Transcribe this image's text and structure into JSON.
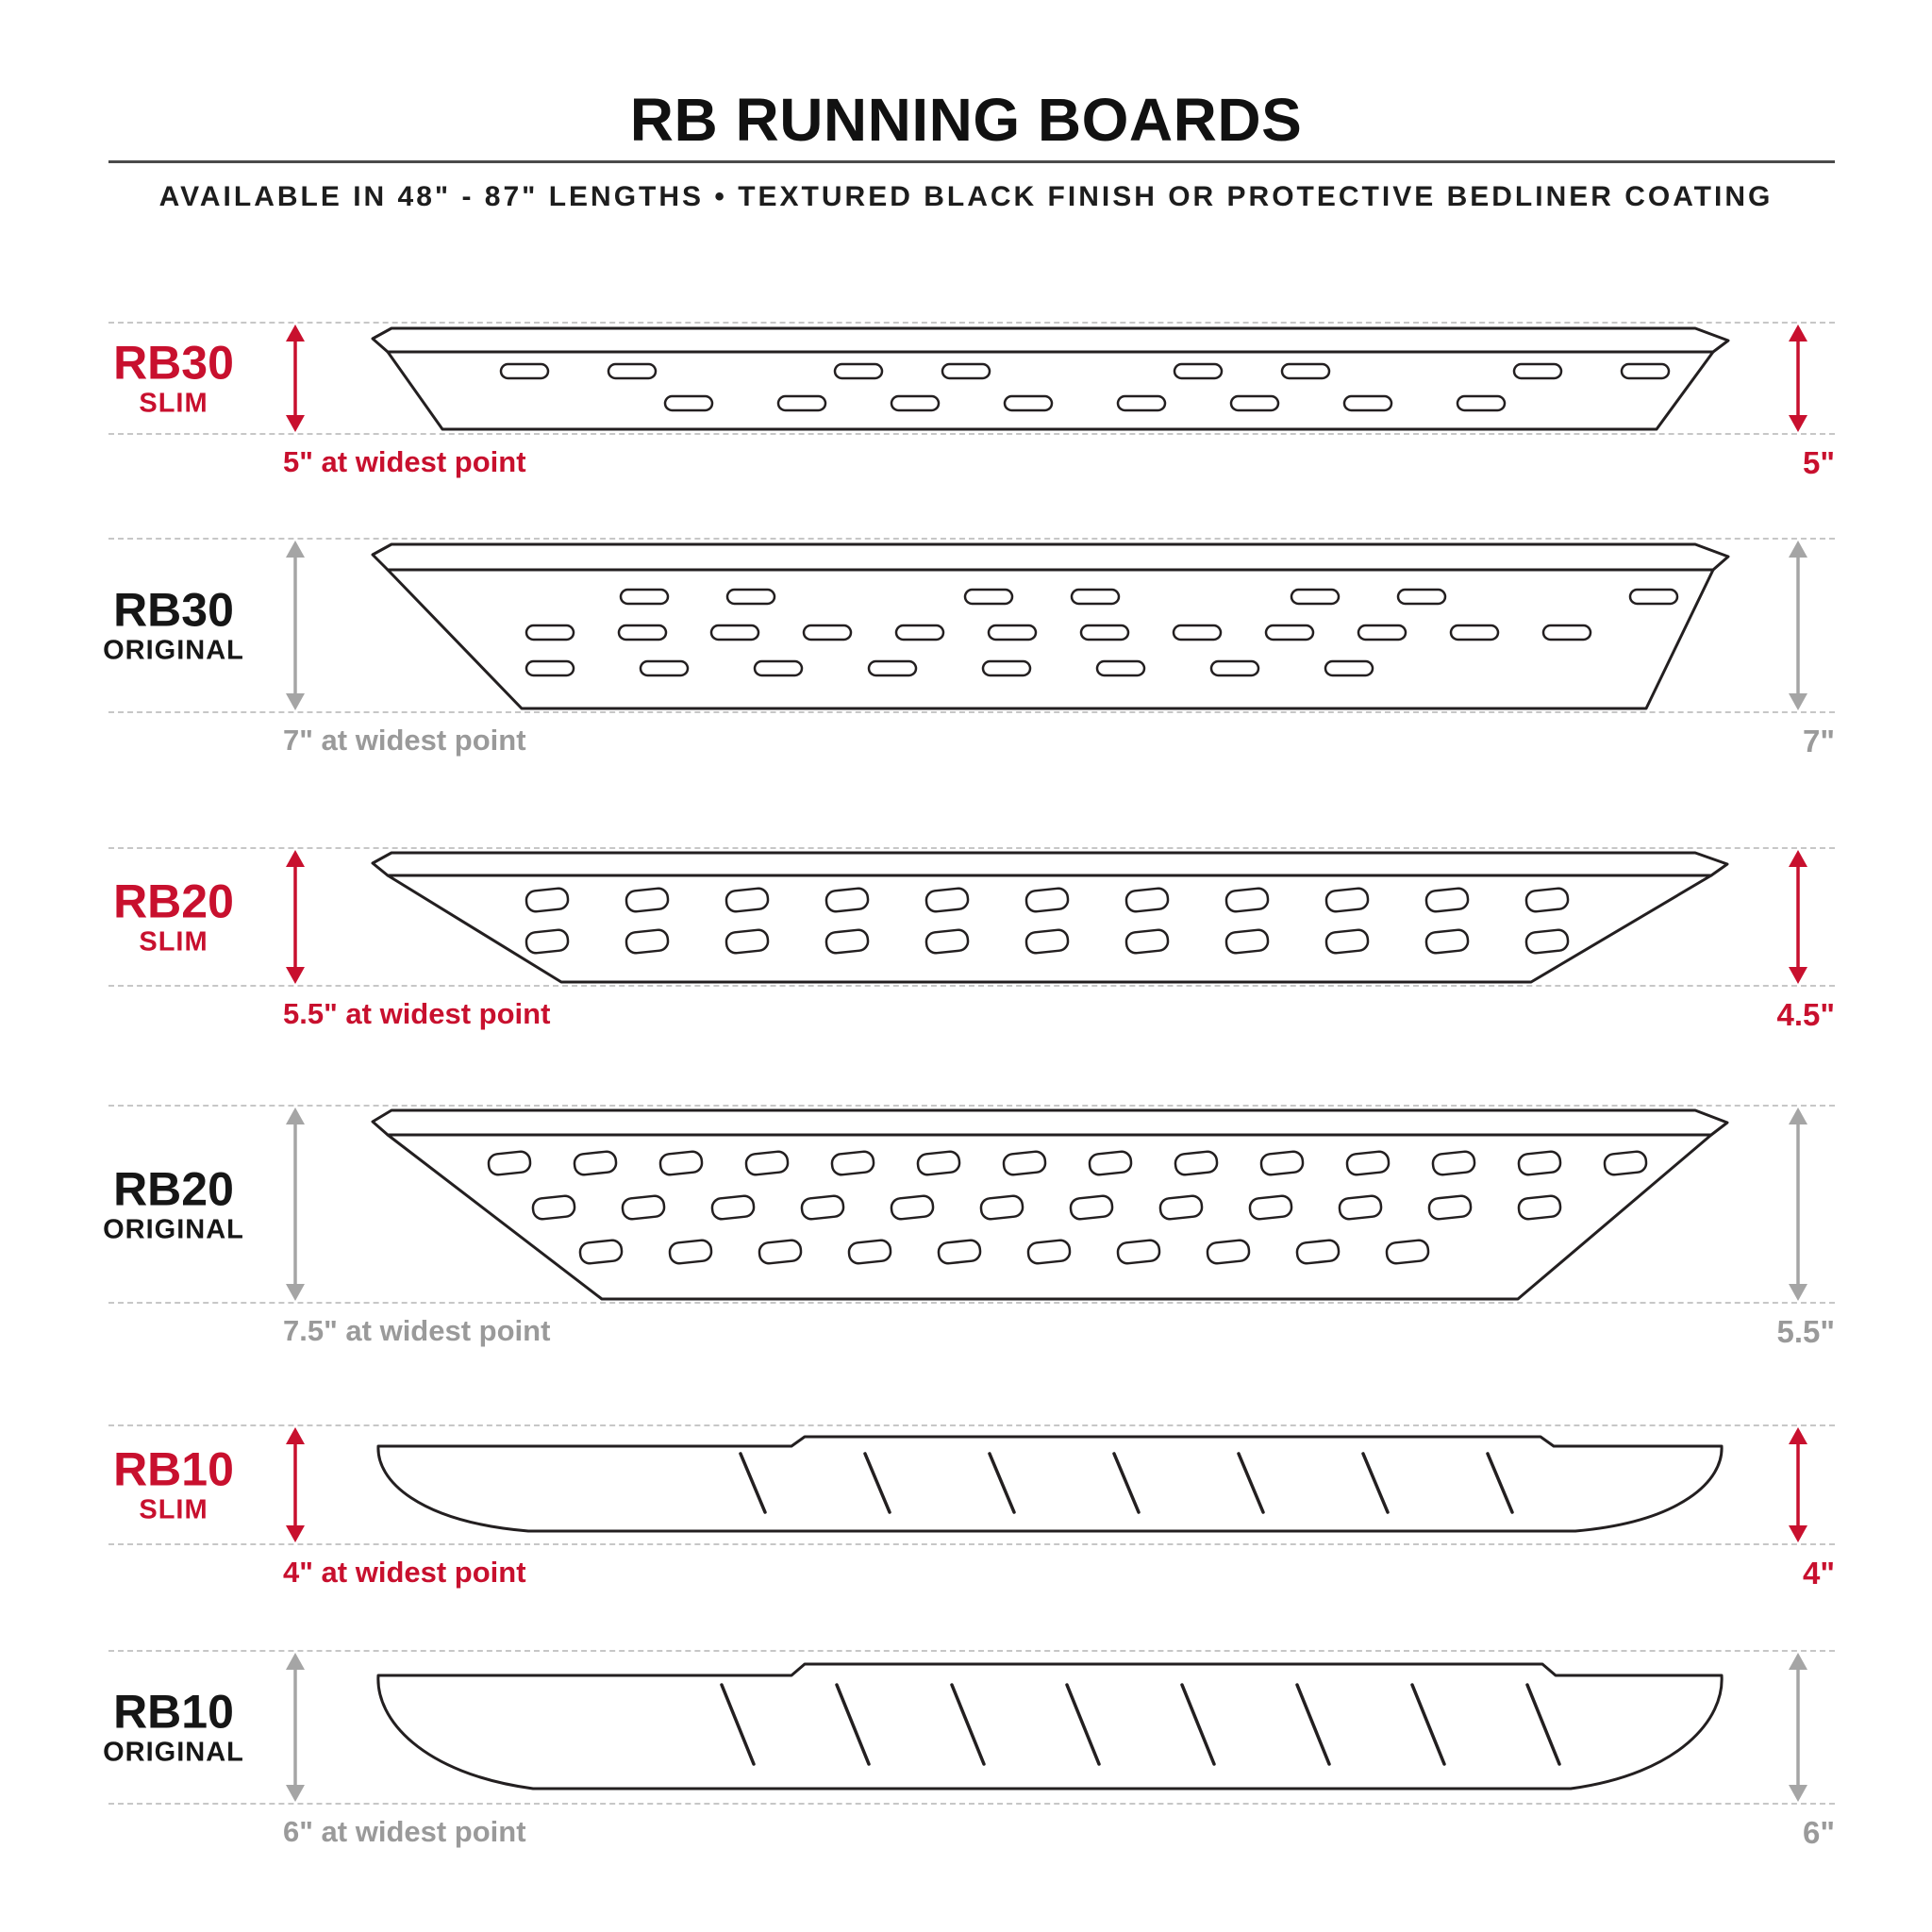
{
  "header": {
    "title": "RB RUNNING BOARDS",
    "subtitle": "AVAILABLE IN 48\" - 87\" LENGTHS  •  TEXTURED BLACK FINISH OR PROTECTIVE BEDLINER COATING"
  },
  "colors": {
    "accent_red": "#C8102E",
    "dim_gray": "#A5A5A5",
    "line": "#231F20",
    "dash": "#C7C7C7"
  },
  "rows": [
    {
      "model": "RB30",
      "variant": "SLIM",
      "theme": "slim",
      "width_note": "5\" at widest point",
      "height_label": "5\""
    },
    {
      "model": "RB30",
      "variant": "ORIGINAL",
      "theme": "original",
      "width_note": "7\" at widest point",
      "height_label": "7\""
    },
    {
      "model": "RB20",
      "variant": "SLIM",
      "theme": "slim",
      "width_note": "5.5\" at widest point",
      "height_label": "4.5\""
    },
    {
      "model": "RB20",
      "variant": "ORIGINAL",
      "theme": "original",
      "width_note": "7.5\" at widest point",
      "height_label": "5.5\""
    },
    {
      "model": "RB10",
      "variant": "SLIM",
      "theme": "slim",
      "width_note": "4\" at widest point",
      "height_label": "4\""
    },
    {
      "model": "RB10",
      "variant": "ORIGINAL",
      "theme": "original",
      "width_note": "6\" at widest point",
      "height_label": "6\""
    }
  ]
}
